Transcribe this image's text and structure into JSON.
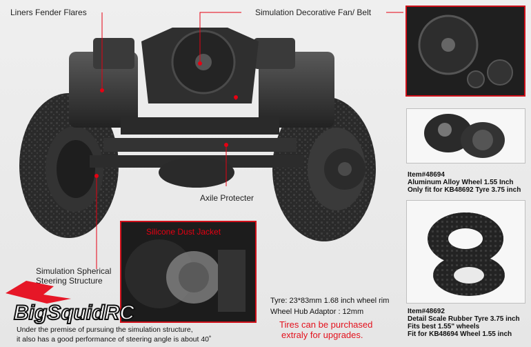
{
  "labels": {
    "liners": "Liners Fender Flares",
    "fan": "Simulation Decorative Fan/ Belt",
    "axle": "Axile Protecter",
    "steering_line1": "Simulation Spherical",
    "steering_line2": "Steering Structure",
    "dust_jacket": "Silicone Dust Jacket",
    "tyre_spec": "Tyre: 23*83mm 1.68 inch wheel rim",
    "hub_spec": "Wheel Hub Adaptor : 12mm",
    "tires_purchase_line1": "Tires can be purchased",
    "tires_purchase_line2": "extraly for upgrades.",
    "bottom_line1": "Under the premise of pursuing the simulation structure,",
    "bottom_line2": "it also has a good performance of steering angle is about 40˚"
  },
  "items": [
    {
      "number": "Item#48694",
      "line1": "Aluminum Alloy Wheel 1.55 Inch",
      "line2": "Only fit for KB48692 Tyre 3.75 inch"
    },
    {
      "number": "Item#48692",
      "line1": "Detail Scale Rubber Tyre 3.75 inch",
      "line2": "Fits best 1.55\" wheels",
      "line3": "Fit for KB48694 Wheel 1.55 inch"
    }
  ],
  "watermark": "BigSquidRC",
  "colors": {
    "accent_red": "#e60012",
    "background": "#ebebeb",
    "chassis": "#2b2b2b"
  }
}
